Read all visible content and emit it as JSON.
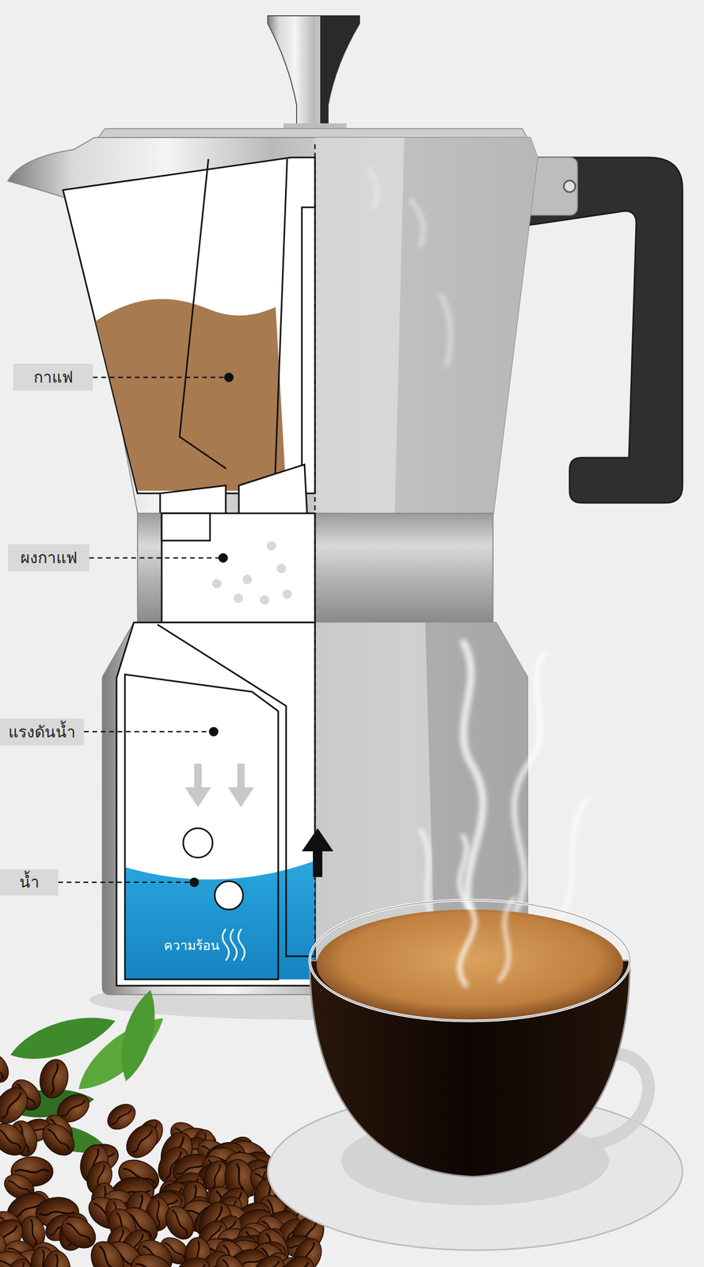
{
  "diagram": {
    "nodes": [
      {
        "text": [
          "กาแฟ"
        ]
      },
      {
        "text": [
          "ผงกาแฟ"
        ]
      },
      {
        "text": [
          "แรงดันน้ำ"
        ]
      },
      {
        "text": [
          "น้ำ"
        ]
      }
    ],
    "labels": [
      "ความร้อน"
    ]
  }
}
